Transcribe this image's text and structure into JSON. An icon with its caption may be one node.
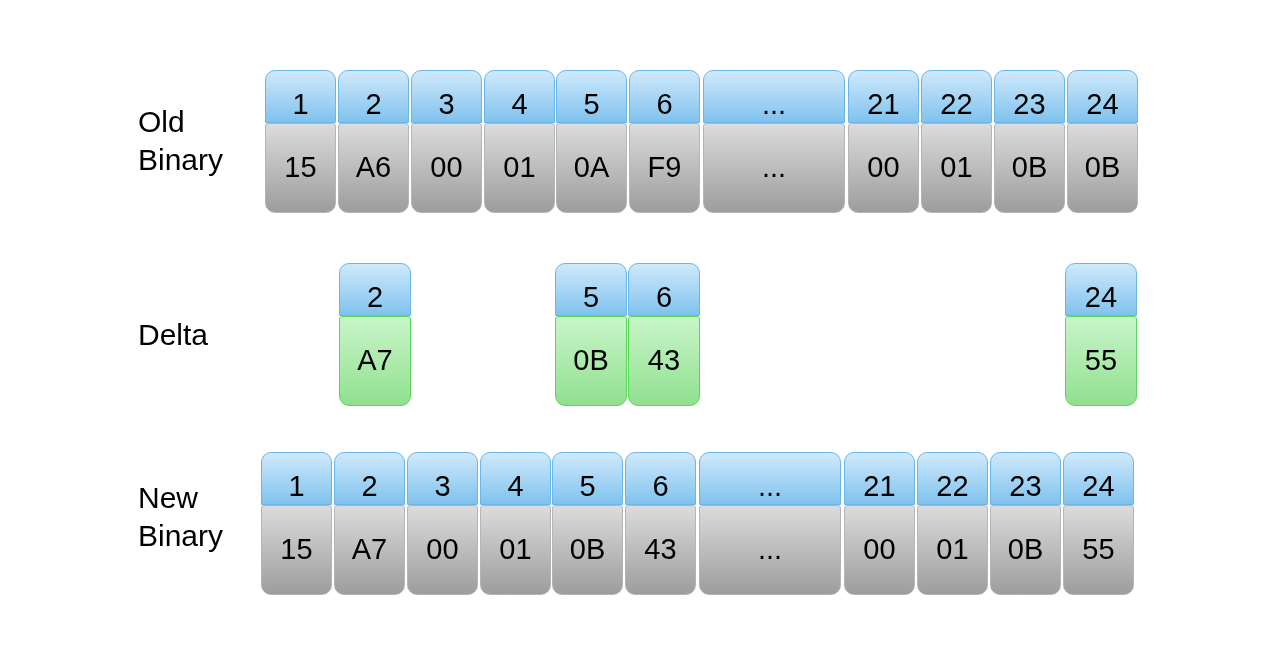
{
  "diagram": {
    "nodes": [
      {
        "text": [
          "1"
        ]
      },
      {
        "text": [
          "15"
        ]
      },
      {
        "text": [
          "2"
        ]
      },
      {
        "text": [
          "A6"
        ]
      },
      {
        "text": [
          "3"
        ]
      },
      {
        "text": [
          "00"
        ]
      },
      {
        "text": [
          "4"
        ]
      },
      {
        "text": [
          "01"
        ]
      },
      {
        "text": [
          "5"
        ]
      },
      {
        "text": [
          "0A"
        ]
      },
      {
        "text": [
          "6"
        ]
      },
      {
        "text": [
          "F9"
        ]
      },
      {
        "text": [
          "..."
        ]
      },
      {
        "text": [
          "..."
        ]
      },
      {
        "text": [
          "21"
        ]
      },
      {
        "text": [
          "00"
        ]
      },
      {
        "text": [
          "22"
        ]
      },
      {
        "text": [
          "01"
        ]
      },
      {
        "text": [
          "23"
        ]
      },
      {
        "text": [
          "0B"
        ]
      },
      {
        "text": [
          "24"
        ]
      },
      {
        "text": [
          "0B"
        ]
      },
      {
        "text": [
          "2"
        ]
      },
      {
        "text": [
          "A7"
        ]
      },
      {
        "text": [
          "5"
        ]
      },
      {
        "text": [
          "0B"
        ]
      },
      {
        "text": [
          "6"
        ]
      },
      {
        "text": [
          "43"
        ]
      },
      {
        "text": [
          "24"
        ]
      },
      {
        "text": [
          "55"
        ]
      },
      {
        "text": [
          "1"
        ]
      },
      {
        "text": [
          "15"
        ]
      },
      {
        "text": [
          "2"
        ]
      },
      {
        "text": [
          "A7"
        ]
      },
      {
        "text": [
          "3"
        ]
      },
      {
        "text": [
          "00"
        ]
      },
      {
        "text": [
          "4"
        ]
      },
      {
        "text": [
          "01"
        ]
      },
      {
        "text": [
          "5"
        ]
      },
      {
        "text": [
          "0B"
        ]
      },
      {
        "text": [
          "6"
        ]
      },
      {
        "text": [
          "43"
        ]
      },
      {
        "text": [
          "..."
        ]
      },
      {
        "text": [
          "..."
        ]
      },
      {
        "text": [
          "21"
        ]
      },
      {
        "text": [
          "00"
        ]
      },
      {
        "text": [
          "22"
        ]
      },
      {
        "text": [
          "01"
        ]
      },
      {
        "text": [
          "23"
        ]
      },
      {
        "text": [
          "0B"
        ]
      },
      {
        "text": [
          "24"
        ]
      },
      {
        "text": [
          "55"
        ]
      }
    ],
    "labels": [
      "Old Binary",
      "Delta",
      "New Binary"
    ]
  }
}
